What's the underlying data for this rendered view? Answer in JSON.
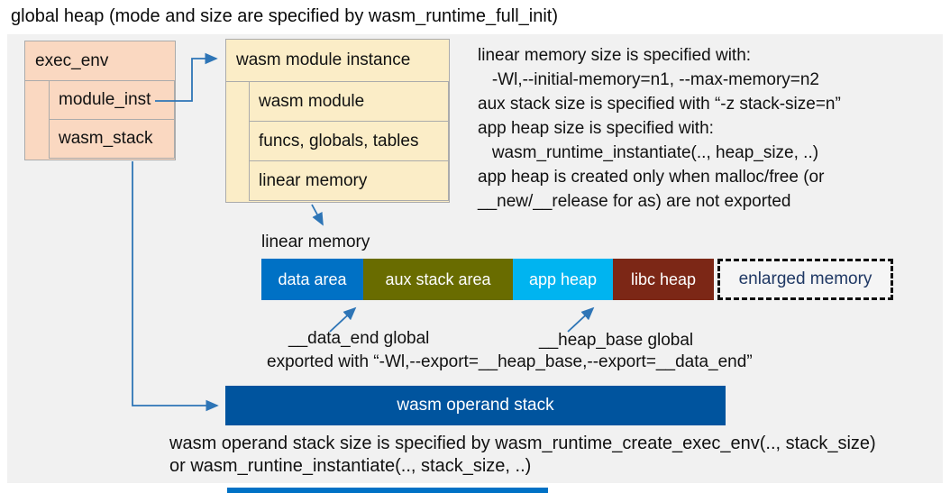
{
  "title": "global heap (mode and size are specified by wasm_runtime_full_init)",
  "exec_env": {
    "label": "exec_env",
    "items": [
      "module_inst",
      "wasm_stack"
    ]
  },
  "instance": {
    "label": "wasm module instance",
    "items": [
      "wasm module",
      "funcs, globals, tables",
      "linear memory"
    ]
  },
  "notes": {
    "lines": [
      "linear memory size is specified with:",
      "   -Wl,--initial-memory=n1, --max-memory=n2",
      "aux stack size is specified with “-z stack-size=n”",
      "app heap size is specified with:",
      "   wasm_runtime_instantiate(.., heap_size, ..)",
      "app heap is created only when malloc/free (or",
      "__new/__release for as) are not exported"
    ]
  },
  "memory": {
    "label": "linear memory",
    "segments": [
      {
        "label": "data area",
        "color": "#0071C5"
      },
      {
        "label": "aux stack area",
        "color": "#696C00"
      },
      {
        "label": "app heap",
        "color": "#00B4F0"
      },
      {
        "label": "libc heap",
        "color": "#7C2716"
      },
      {
        "label": "enlarged memory",
        "color": "#F5F5F5",
        "border": "dashed"
      }
    ],
    "data_end_label": "__data_end global",
    "heap_base_label": "__heap_base global",
    "exported_line": "exported with “-Wl,--export=__heap_base,--export=__data_end”"
  },
  "stack": {
    "label": "wasm operand stack",
    "note1": "wasm operand stack size is specified by wasm_runtime_create_exec_env(.., stack_size)",
    "note2": "or wasm_runtine_instantiate(.., stack_size, ..)"
  },
  "colors": {
    "panel_bg": "#F1F1F1",
    "exec_env_box": "#FAD8C1",
    "instance_box": "#FBEDC7",
    "data_area": "#0071C5",
    "aux_stack_area": "#696C00",
    "app_heap": "#00B4F0",
    "libc_heap": "#7C2716",
    "operand_stack": "#00549E",
    "connector_blue": "#2E75B6",
    "enlarged_memory_text": "#1F3864"
  }
}
